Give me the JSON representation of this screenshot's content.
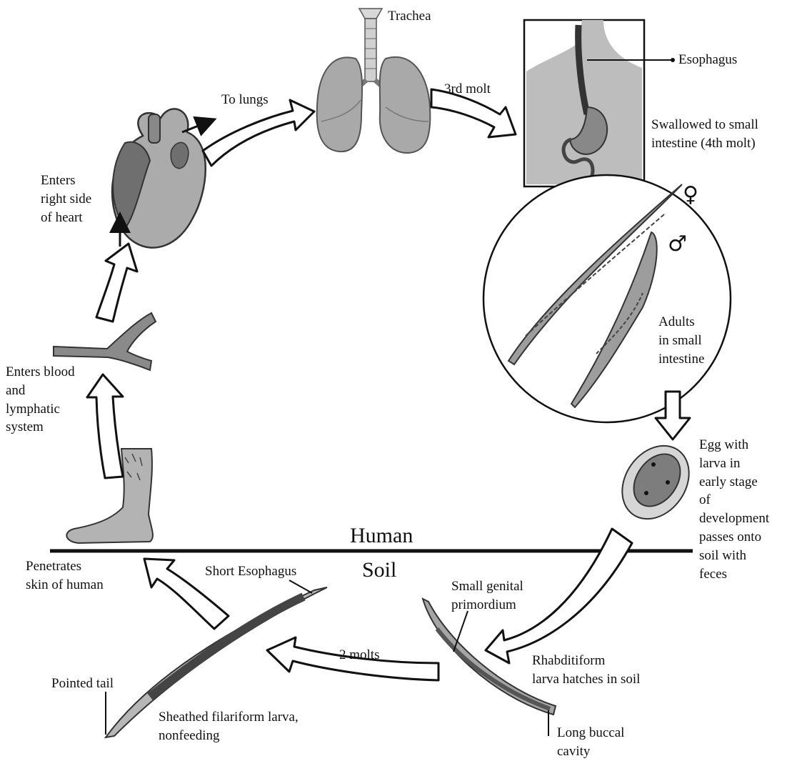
{
  "zones": {
    "upper": "Human",
    "lower": "Soil"
  },
  "labels": {
    "trachea": "Trachea",
    "esophagus": "Esophagus",
    "to_lungs": "To lungs",
    "third_molt": "3rd molt",
    "swallowed": "Swallowed to small\nintestine (4th molt)",
    "enters_heart": "Enters\nright side\nof heart",
    "enters_blood": "Enters blood\nand\nlymphatic\nsystem",
    "adults": "Adults\nin small\nintestine",
    "egg": "Egg with\nlarva in\nearly stage\nof\ndevelopment\npasses onto\nsoil with\nfeces",
    "penetrates": "Penetrates\nskin of human",
    "short_esophagus": "Short Esophagus",
    "genital": "Small genital\nprimordium",
    "rhabditiform": "Rhabditiform\nlarva hatches in soil",
    "two_molts": "2 molts",
    "pointed_tail": "Pointed tail",
    "sheathed": "Sheathed filariform larva,\nnonfeeding",
    "buccal": "Long buccal\ncavity"
  },
  "symbols": {
    "female": "♀",
    "male": "♂"
  },
  "colors": {
    "line": "#1a1a1a",
    "organ": "#a8a8a8",
    "organ_dark": "#707070",
    "worm": "#8a8a8a"
  }
}
